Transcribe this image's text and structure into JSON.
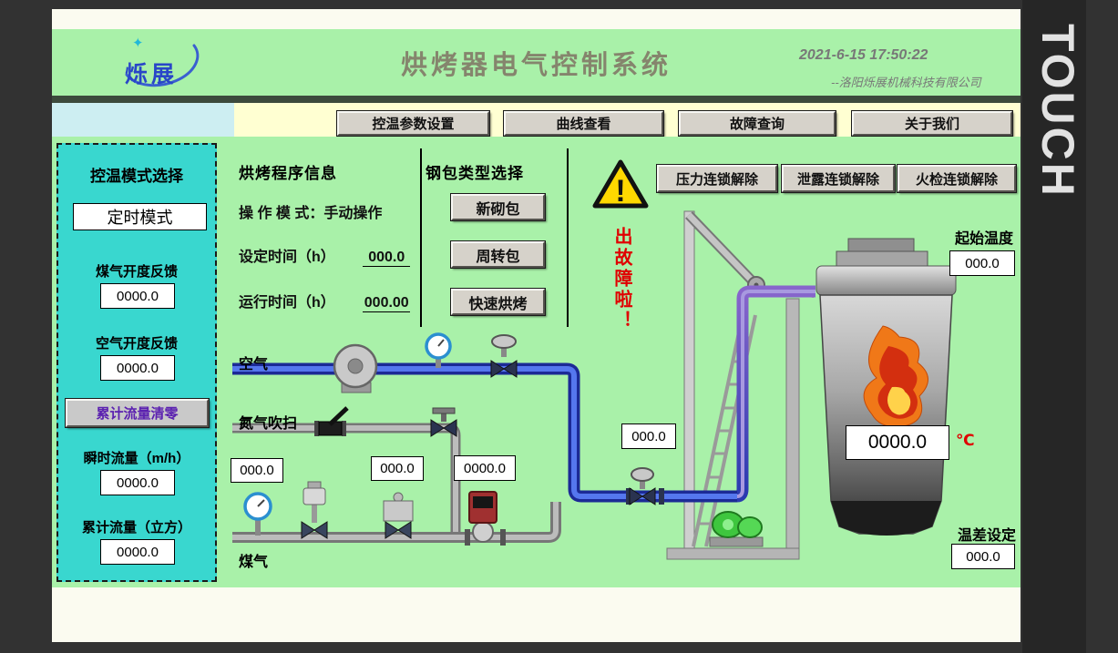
{
  "palette": {
    "screen_green": "#a9f1a9",
    "panel_cyan": "#39d7cf",
    "strip_yellow": "#ffffd2",
    "button_gray": "#d6d2ca",
    "alarm_red": "#e00000",
    "warning_yellow": "#ffd800",
    "pipe_blue": "#2233aa",
    "pipe_purple": "#6f5fc0"
  },
  "bezel": {
    "touch_label": "TOUCH"
  },
  "header": {
    "logo_text": "烁展",
    "sparkle_icon": "✦",
    "title": "烘烤器电气控制系统",
    "datetime": "2021-6-15 17:50:22",
    "company": "--洛阳烁展机械科技有限公司"
  },
  "nav": {
    "buttons": [
      {
        "label": "控温参数设置"
      },
      {
        "label": "曲线查看"
      },
      {
        "label": "故障查询"
      },
      {
        "label": "关于我们"
      }
    ]
  },
  "left_panel": {
    "title": "控温模式选择",
    "mode_value": "定时模式",
    "gas_fb_label": "煤气开度反馈",
    "gas_fb_value": "0000.0",
    "air_fb_label": "空气开度反馈",
    "air_fb_value": "0000.0",
    "reset_button": "累计流量清零",
    "inst_flow_label": "瞬时流量（m/h）",
    "inst_flow_value": "0000.0",
    "total_flow_label": "累计流量（立方）",
    "total_flow_value": "0000.0"
  },
  "program": {
    "title": "烘烤程序信息",
    "mode_label": "操 作 模 式：",
    "mode_value": "手动操作",
    "set_time_label": "设定时间（h）",
    "set_time_value": "000.0",
    "run_time_label": "运行时间（h）",
    "run_time_value": "000.00"
  },
  "ladle_type": {
    "title": "钢包类型选择",
    "buttons": [
      {
        "label": "新砌包"
      },
      {
        "label": "周转包"
      },
      {
        "label": "快速烘烤"
      }
    ]
  },
  "alarm": {
    "warn_mark": "!",
    "text": "出故障啦！"
  },
  "interlocks": {
    "buttons": [
      {
        "label": "压力连锁解除"
      },
      {
        "label": "泄露连锁解除"
      },
      {
        "label": "火检连锁解除"
      }
    ]
  },
  "temps": {
    "start_label": "起始温度",
    "start_value": "000.0",
    "ladle_value": "0000.0",
    "ladle_unit": "℃",
    "diff_label": "温差设定",
    "diff_value": "000.0"
  },
  "flows": {
    "gas_ctrl_valve_value": "000.0",
    "gas_shutoff_valve_value": "000.0",
    "gas_flowmeter_value": "0000.0",
    "air_line_valve_value": "000.0"
  },
  "pipes": {
    "air_label": "空气",
    "n2_label": "氮气吹扫",
    "gas_label": "煤气"
  }
}
